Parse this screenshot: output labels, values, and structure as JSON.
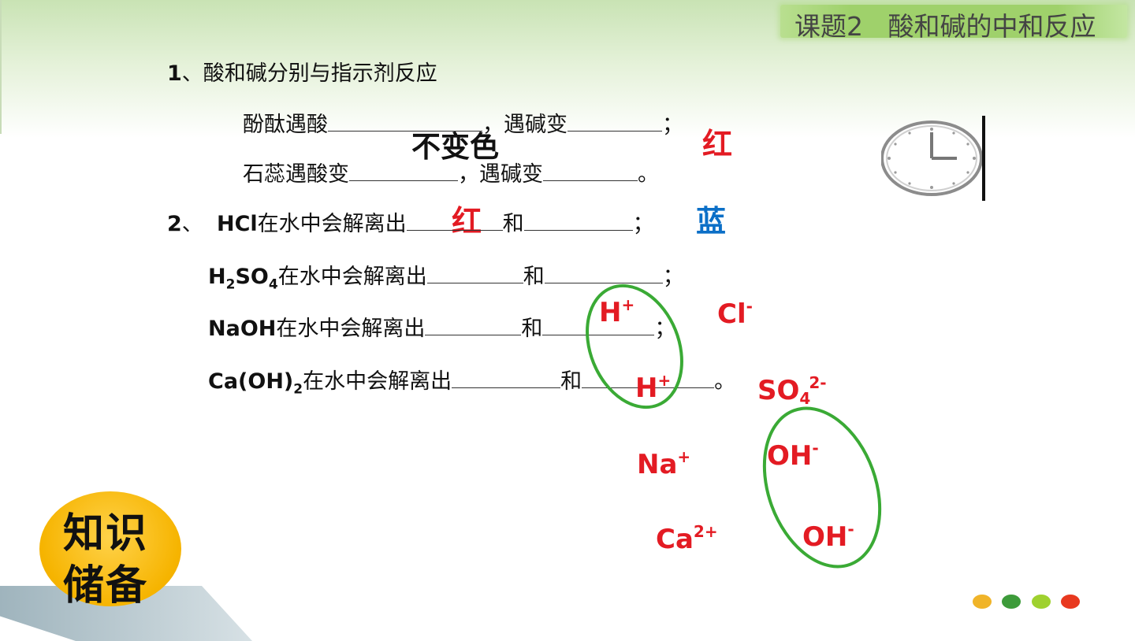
{
  "header": {
    "title": "课题2   酸和碱的中和反应"
  },
  "q1": {
    "heading_num": "1",
    "heading_text": "、酸和碱分别与指示剂反应",
    "line1_a": "酚酞遇酸",
    "line1_b": "，遇碱变",
    "line1_c": "；",
    "line2_a": "石蕊遇酸变",
    "line2_b": "，遇碱变",
    "line2_c": "。"
  },
  "q2": {
    "num": "2",
    "sep": "、",
    "hcl": "HCl",
    "dissociates": "在水中会解离出",
    "and": "和",
    "semicolon": "；",
    "period": "。",
    "h2so4": {
      "a": "H",
      "s1": "2",
      "b": "SO",
      "s2": "4"
    },
    "naoh": "NaOH",
    "caoh2": {
      "a": "Ca(OH)",
      "s": "2"
    }
  },
  "answers": {
    "no_change": "不变色",
    "red1": "红",
    "red2": "红",
    "blue": "蓝"
  },
  "ions": {
    "h1": {
      "base": "H",
      "sup": "+"
    },
    "cl": {
      "base": "Cl",
      "sup": "-"
    },
    "h2": {
      "base": "H",
      "sup": "+"
    },
    "so4": {
      "base": "SO",
      "sub": "4",
      "sup": "2-"
    },
    "oh1": {
      "base": "OH",
      "sup": "-"
    },
    "na": {
      "base": "Na",
      "sup": "+"
    },
    "ca": {
      "base": "Ca",
      "sup": "2+"
    },
    "oh2": {
      "base": "OH",
      "sup": "-"
    }
  },
  "badge": {
    "line1": "知识",
    "line2": "储备"
  },
  "colors": {
    "answer_red": "#e31b23",
    "answer_blue": "#0b6fc7",
    "ellipse_green": "#3aaa35",
    "dots": [
      "#f0b429",
      "#3d9b3a",
      "#9fd12f",
      "#e8391f"
    ]
  }
}
